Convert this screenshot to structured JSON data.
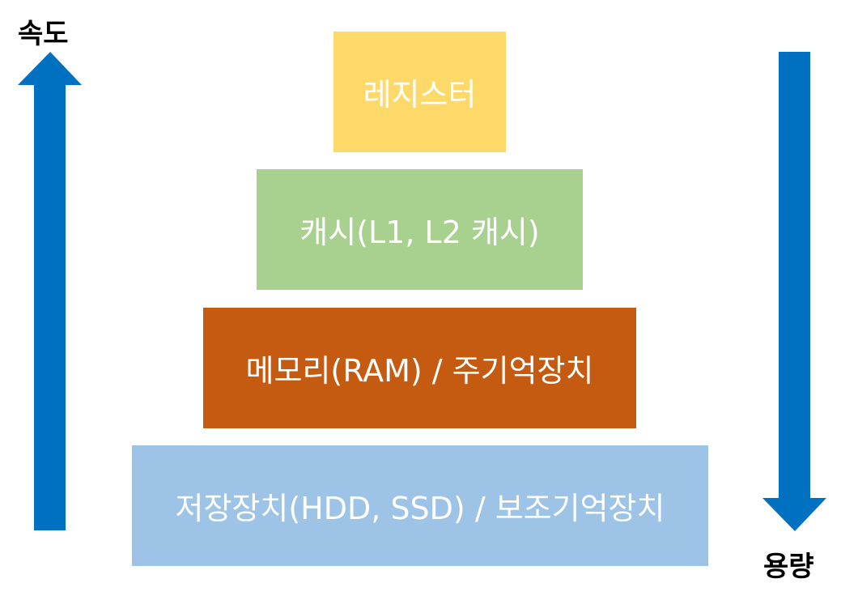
{
  "pyramid": {
    "tiers": [
      {
        "label": "레지스터",
        "color": "#FDD96A"
      },
      {
        "label": "캐시(L1, L2 캐시)",
        "color": "#A8D08E"
      },
      {
        "label": "메모리(RAM) / 주기억장치",
        "color": "#C55A11"
      },
      {
        "label": "저장장치(HDD, SSD) / 보조기억장치",
        "color": "#9DC3E6"
      }
    ]
  },
  "axes": {
    "speed": {
      "label": "속도",
      "direction": "up",
      "color": "#0070C0"
    },
    "capacity": {
      "label": "용량",
      "direction": "down",
      "color": "#0070C0"
    }
  }
}
